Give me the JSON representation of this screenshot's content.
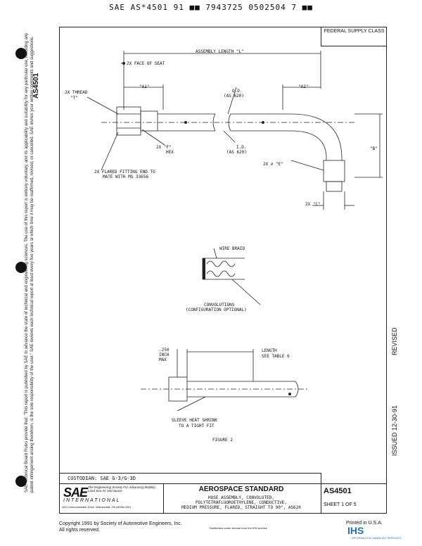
{
  "header": {
    "line": "SAE AS*4501 91 ■■ 7943725 0502504 7 ■■"
  },
  "side": {
    "doc_id": "AS4501",
    "note": "SAE Technical Board Rules provide that: \"This report is published by SAE to advance the state of technical and engineering sciences. The use of this report is entirely voluntary, and its applicability and suitability for any particular use, including any patent infringement arising therefrom, is the sole responsibility of the user.\" SAE reviews each technical report at least every five years at which time it may be reaffirmed, revised, or cancelled. SAE invites your written comments and suggestions.",
    "revised": "REVISED",
    "issued": "ISSUED 12-30-91"
  },
  "drawing": {
    "federal_supply_class": "FEDERAL SUPPLY CLASS",
    "assembly_length": "ASSEMBLY LENGTH \"L\"",
    "face_of_seat": "2X FACE OF SEAT",
    "a1": "\"A1\"",
    "a2": "\"A2\"",
    "od": "O.D.",
    "od_ref": "(AS 620)",
    "thread": "2X THREAD",
    "thread_t": "\"T\"",
    "hex": "2X \"F\"",
    "hex2": "HEX",
    "id": "I.D.",
    "id_ref": "(AS 620)",
    "dia_e": "2X ∅ \"E\"",
    "dim_b": "\"B\"",
    "dim_c": "2X \"C\"",
    "flared1": "2X FLARED FITTING END TO",
    "flared2": "MATE WITH MS 33656",
    "wire_braid": "WIRE BRAID",
    "convolutions": "CONVOLUTIONS",
    "convolutions_opt": "(CONFIGURATION OPTIONAL)",
    "dim_250": ".250",
    "dim_inch": "INCH",
    "dim_max": "MAX",
    "length": "LENGTH",
    "see_table": "SEE TABLE 6",
    "sleeve1": "SLEEVE HEAT SHRINK",
    "sleeve2": "TO A TIGHT FIT",
    "figure": "FIGURE 2"
  },
  "title_block": {
    "custodian": "CUSTODIAN:   SAE G-3/G-3D",
    "sae_logo": "SAE",
    "sae_tagline": "The Engineering Society For Advancing Mobility Land Sea Air and Space",
    "sae_intl": "INTERNATIONAL",
    "sae_address": "400 Commonwealth Drive, Warrendale, PA 15096-0001",
    "standard": "AEROSPACE STANDARD",
    "desc1": "HOSE ASSEMBLY, CONVOLUTED,",
    "desc2": "POLYTETRAFLUOROETHYLENE, CONDUCTIVE,",
    "desc3": "MEDIUM PRESSURE, FLARED, STRAIGHT TO 90°, AS620",
    "doc_number": "AS4501",
    "sheet": "SHEET 1 OF 5"
  },
  "footer": {
    "copyright1": "Copyright 1991 by Society of Automotive Engineers, Inc.",
    "copyright2": "All rights reserved.",
    "small_note": "Distributed under license from the IHS Archive",
    "printed": "Printed in U.S.A.",
    "ihs": "IHS",
    "ihs_sub": "INFORMATION HANDLING SERVICES"
  }
}
